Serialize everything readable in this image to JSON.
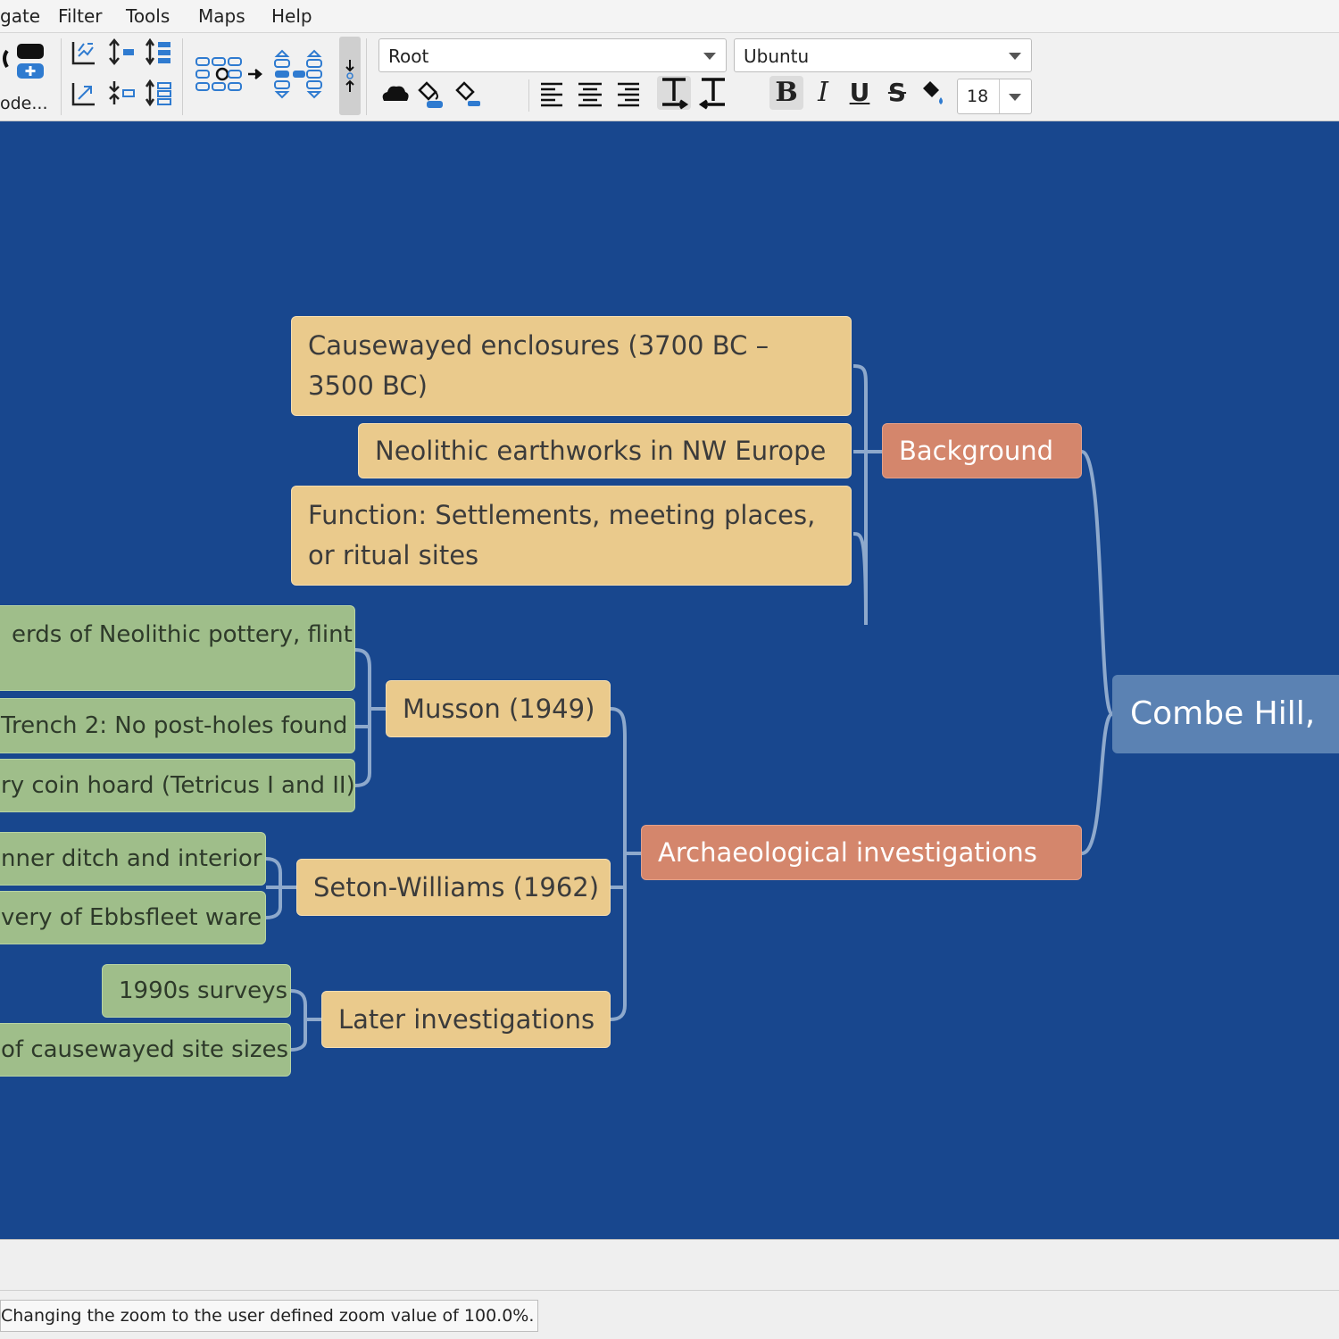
{
  "menubar": {
    "items": [
      "gate",
      "Filter",
      "Tools",
      "Maps",
      "Help"
    ]
  },
  "toolbar": {
    "new_node_label": "ode...",
    "style_combo": "Root",
    "font_combo": "Ubuntu",
    "font_size": "18",
    "icons": [
      "new-child-node-icon",
      "fold-icon",
      "move-up-icon",
      "list-icon",
      "unfold-icon",
      "move-down-icon",
      "list-small-icon",
      "auto-layout-icon",
      "arrange-icon",
      "expand-toggle-icon",
      "cloud-icon",
      "fill-color-icon",
      "edge-color-icon",
      "align-left-icon",
      "align-center-icon",
      "align-right-icon",
      "text-top-icon",
      "text-bottom-icon",
      "bold-icon",
      "italic-icon",
      "underline-icon",
      "strikethrough-icon",
      "text-color-icon"
    ]
  },
  "mindmap": {
    "root": "Combe Hill,",
    "background": {
      "label": "Background",
      "children": [
        "Causewayed enclosures (3700 BC – 3500 BC)",
        "Neolithic earthworks in NW Europe",
        "Function: Settlements, meeting places, or ritual sites"
      ]
    },
    "investigations": {
      "label": "Archaeological investigations",
      "musson": {
        "label": "Musson (1949)",
        "children": [
          "erds of Neolithic pottery, flint",
          "Trench 2: No post-holes found",
          "ry coin hoard (Tetricus I and II)"
        ]
      },
      "seton": {
        "label": "Seton-Williams (1962)",
        "children": [
          "nner ditch and interior",
          "very of Ebbsfleet ware"
        ]
      },
      "later": {
        "label": "Later investigations",
        "children": [
          "1990s surveys",
          "of causewayed site sizes"
        ]
      }
    }
  },
  "colors": {
    "canvas": "#18478e",
    "root_node": "#5b82b3",
    "level1_node": "#d4866c",
    "level2_node": "#eaca8c",
    "level3_node": "#9fbe8a",
    "edge": "#8ea9cc"
  },
  "status": {
    "message": "Changing the zoom to the user defined zoom value of 100.0%."
  }
}
